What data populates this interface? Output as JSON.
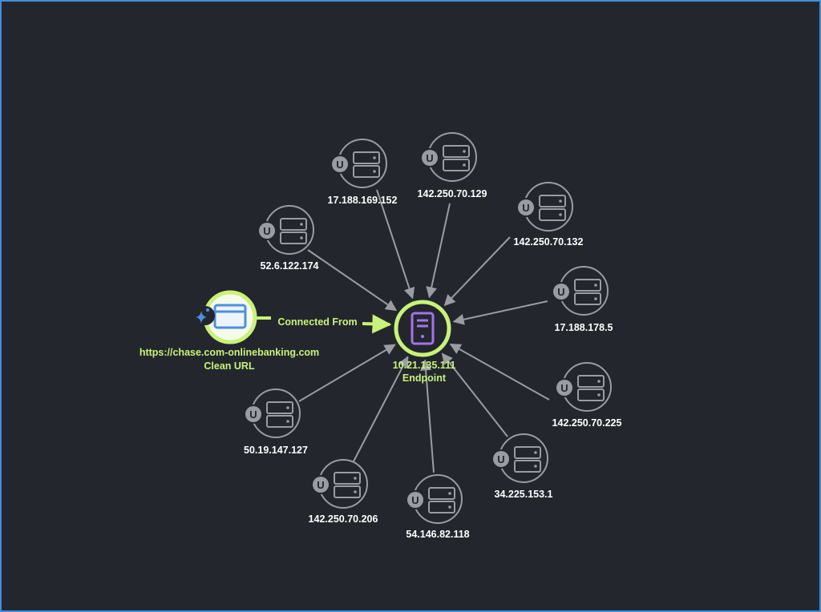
{
  "colors": {
    "background": "#24262d",
    "border": "#3f8ed6",
    "accent_green": "#c8f27a",
    "node_gray": "#9a9ca3",
    "label_white": "#ffffff",
    "endpoint_icon": "#a274e8",
    "url_icon": "#4a90e2"
  },
  "center": {
    "ip": "10.21.135.111",
    "type": "Endpoint",
    "icon": "server-tower-icon"
  },
  "source": {
    "url": "https://chase.com-onlinebanking.com",
    "status": "Clean URL",
    "icon": "browser-window-icon",
    "badge_icon": "sparkle-icon",
    "edge_label": "Connected From"
  },
  "nodes": [
    {
      "ip": "17.188.169.152",
      "badge": "U"
    },
    {
      "ip": "142.250.70.129",
      "badge": "U"
    },
    {
      "ip": "142.250.70.132",
      "badge": "U"
    },
    {
      "ip": "52.6.122.174",
      "badge": "U"
    },
    {
      "ip": "17.188.178.5",
      "badge": "U"
    },
    {
      "ip": "142.250.70.225",
      "badge": "U"
    },
    {
      "ip": "34.225.153.1",
      "badge": "U"
    },
    {
      "ip": "54.146.82.118",
      "badge": "U"
    },
    {
      "ip": "142.250.70.206",
      "badge": "U"
    },
    {
      "ip": "50.19.147.127",
      "badge": "U"
    }
  ]
}
